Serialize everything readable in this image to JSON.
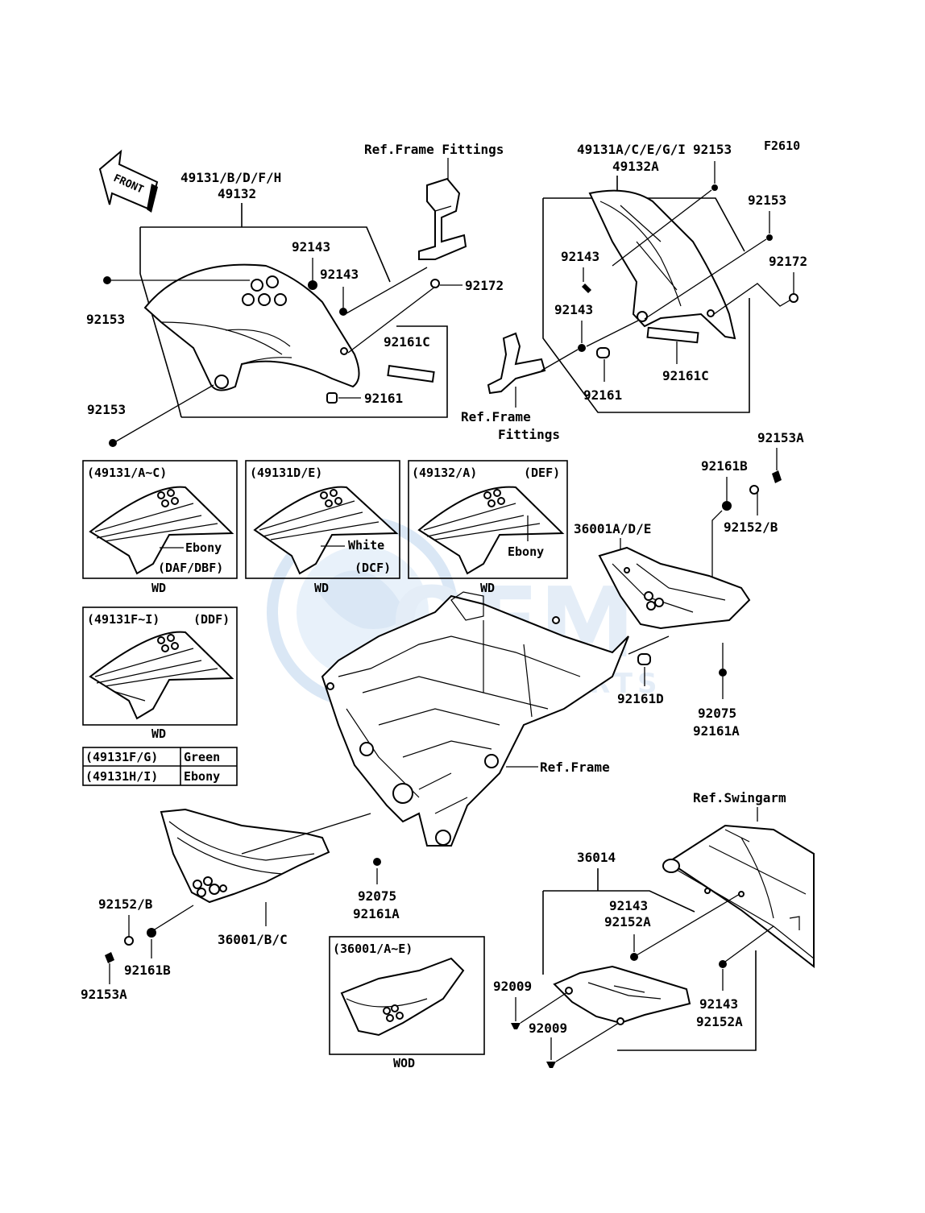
{
  "figure_id": "F2610",
  "front_arrow": "FRONT",
  "watermark": {
    "brand": "OEM",
    "sub": "MOTORPARTS",
    "color": "#bcd5ee"
  },
  "labels": {
    "ref_frame_fittings_top": "Ref.Frame Fittings",
    "ref_frame_fittings_mid_1": "Ref.Frame",
    "ref_frame_fittings_mid_2": "Fittings",
    "ref_frame": "Ref.Frame",
    "ref_swingarm": "Ref.Swingarm",
    "shroud_left_1": "49131/B/D/F/H",
    "shroud_left_2": "49132",
    "shroud_right_1": "49131A/C/E/G/I",
    "shroud_right_2": "49132A",
    "p92153_a": "92153",
    "p92153_b": "92153",
    "p92153_c": "92153",
    "p92153_d": "92153",
    "p92143_a": "92143",
    "p92143_b": "92143",
    "p92143_c": "92143",
    "p92143_d": "92143",
    "p92172_a": "92172",
    "p92172_b": "92172",
    "p92161c_a": "92161C",
    "p92161c_b": "92161C",
    "p92161_a": "92161",
    "p92161_b": "92161",
    "p92153a_a": "92153A",
    "p92153a_b": "92153A",
    "p92161b_a": "92161B",
    "p92161b_b": "92161B",
    "p92152b_a": "92152/B",
    "p92152b_b": "92152/B",
    "cover_right": "36001A/D/E",
    "cover_left": "36001/B/C",
    "p92161d": "92161D",
    "p92075_a": "92075",
    "p92161a_a": "92161A",
    "p92075_b": "92075",
    "p92161a_b": "92161A",
    "guard": "36014",
    "p92143_e": "92143",
    "p92152a_a": "92152A",
    "p92143_f": "92143",
    "p92152a_b": "92152A",
    "p92009_a": "92009",
    "p92009_b": "92009"
  },
  "variant_boxes": [
    {
      "title": "(49131/A~C)",
      "note": "",
      "color": "Ebony",
      "code": "(DAF/DBF)",
      "footer": "WD"
    },
    {
      "title": "(49131D/E)",
      "note": "",
      "color": "White",
      "code": "(DCF)",
      "footer": "WD"
    },
    {
      "title": "(49132/A)",
      "note": "(DEF)",
      "color": "Ebony",
      "code": "",
      "footer": "WD"
    },
    {
      "title": "(49131F~I)",
      "note": "(DDF)",
      "color": "",
      "code": "",
      "footer": "WD"
    },
    {
      "title": "(36001/A~E)",
      "note": "",
      "color": "",
      "code": "",
      "footer": "WOD"
    }
  ],
  "color_table": [
    {
      "part": "(49131F/G)",
      "color": "Green"
    },
    {
      "part": "(49131H/I)",
      "color": "Ebony"
    }
  ]
}
